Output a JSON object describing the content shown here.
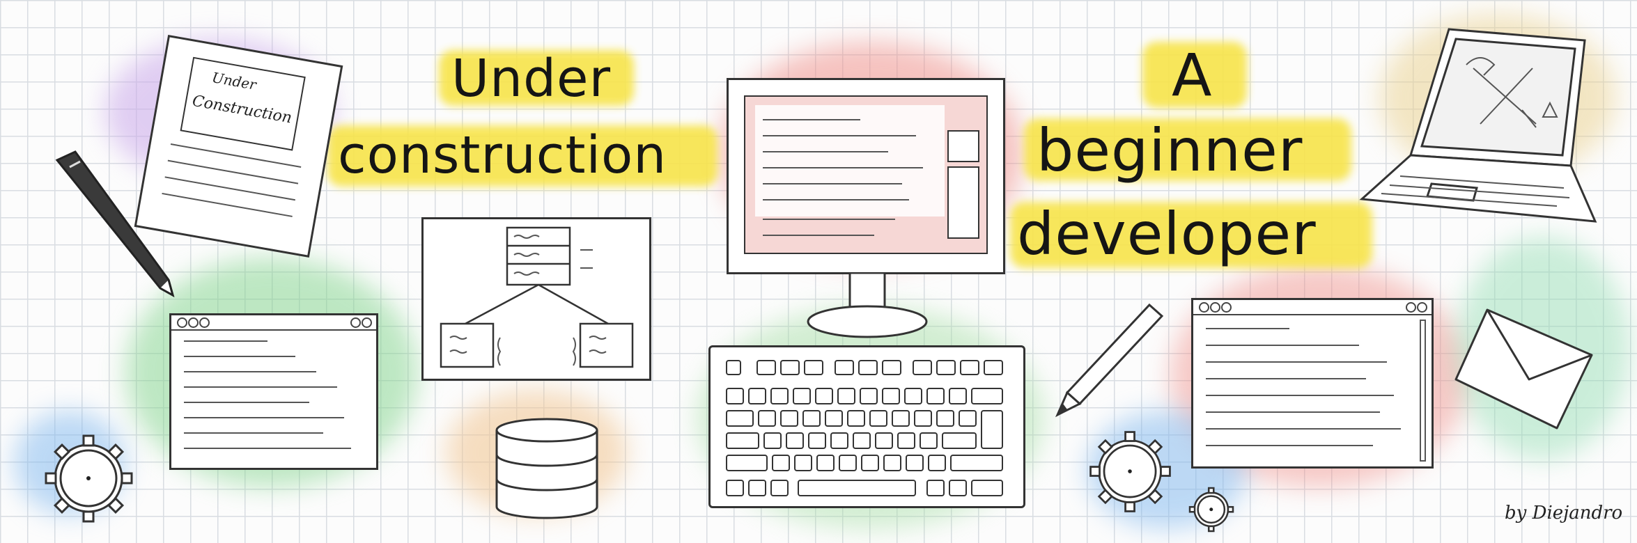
{
  "title_left": [
    "Under",
    "construction"
  ],
  "title_right": [
    "A",
    "beginner",
    "developer"
  ],
  "note_text": [
    "Under",
    "Construction"
  ],
  "signature": "by Diejandro",
  "icons": [
    "pen-icon",
    "note-icon",
    "browser-window-icon",
    "gear-icon",
    "flowchart-icon",
    "database-icon",
    "monitor-icon",
    "keyboard-icon",
    "pencil-icon",
    "laptop-icon",
    "envelope-icon"
  ],
  "colors": {
    "yellow": "#f7e44a",
    "purple": "#c9a7ea",
    "green": "#7fd38a",
    "blue": "#7db6ee",
    "red": "#ef8a84",
    "orange": "#f1c48f",
    "ink": "#151515"
  }
}
